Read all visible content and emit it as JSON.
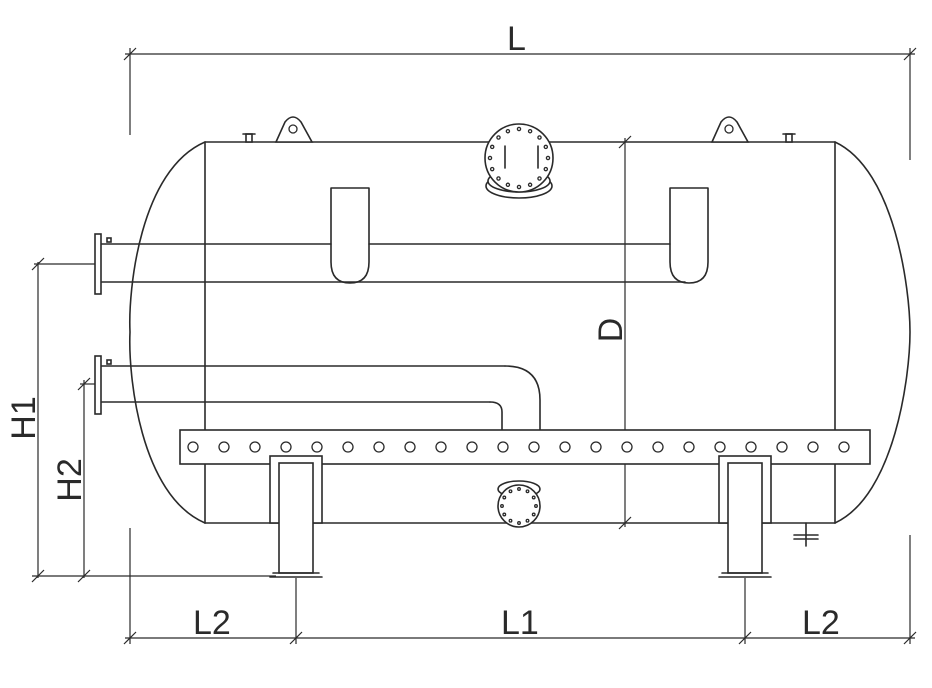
{
  "labels": {
    "L": "L",
    "L1": "L1",
    "L2_left": "L2",
    "L2_right": "L2",
    "H1": "H1",
    "H2": "H2",
    "D": "D"
  },
  "colors": {
    "line": "#2a2a2a",
    "background": "#ffffff"
  }
}
